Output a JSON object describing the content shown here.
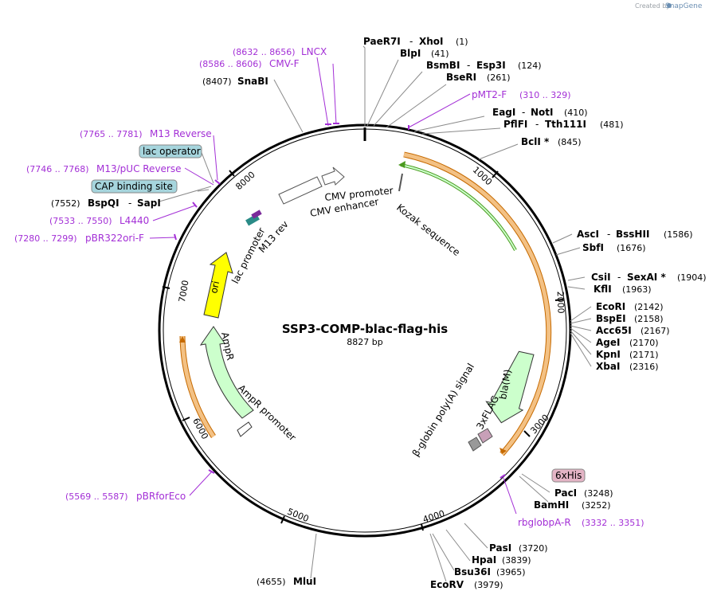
{
  "credit": {
    "prefix": "Created by",
    "brand": "SnapGene"
  },
  "plasmid": {
    "name": "SSP3-COMP-blac-flag-his",
    "size": "8827 bp"
  },
  "ticks": [
    "1000",
    "2000",
    "3000",
    "4000",
    "5000",
    "6000",
    "7000",
    "8000"
  ],
  "sites": [
    {
      "name": "PaeR7I",
      "name2": "XhoI",
      "pos": "(1)"
    },
    {
      "name": "BlpI",
      "pos": "(41)"
    },
    {
      "name": "BsmBI",
      "name2": "Esp3I",
      "pos": "(124)"
    },
    {
      "name": "BseRI",
      "pos": "(261)"
    },
    {
      "name": "EagI",
      "name2": "NotI",
      "pos": "(410)"
    },
    {
      "name": "PflFI",
      "name2": "Tth111I",
      "pos": "(481)"
    },
    {
      "name": "BclI *",
      "pos": "(845)"
    },
    {
      "name": "AscI",
      "name2": "BssHII",
      "pos": "(1586)"
    },
    {
      "name": "SbfI",
      "pos": "(1676)"
    },
    {
      "name": "CsiI",
      "name2": "SexAI *",
      "pos": "(1904)"
    },
    {
      "name": "KflI",
      "pos": "(1963)"
    },
    {
      "name": "EcoRI",
      "pos": "(2142)"
    },
    {
      "name": "BspEI",
      "pos": "(2158)"
    },
    {
      "name": "Acc65I",
      "pos": "(2167)"
    },
    {
      "name": "AgeI",
      "pos": "(2170)"
    },
    {
      "name": "KpnI",
      "pos": "(2171)"
    },
    {
      "name": "XbaI",
      "pos": "(2316)"
    },
    {
      "name": "PacI",
      "pos": "(3248)"
    },
    {
      "name": "BamHI",
      "pos": "(3252)"
    },
    {
      "name": "PasI",
      "pos": "(3720)"
    },
    {
      "name": "HpaI",
      "pos": "(3839)"
    },
    {
      "name": "Bsu36I",
      "pos": "(3965)"
    },
    {
      "name": "EcoRV",
      "pos": "(3979)"
    },
    {
      "name": "MluI",
      "pos": "(4655)"
    },
    {
      "name": "SnaBI",
      "pos": "(8407)"
    },
    {
      "name": "BspQI",
      "name2": "SapI",
      "pos": "(7552)"
    }
  ],
  "primers": [
    {
      "name": "LNCX",
      "range": "(8632 .. 8656)"
    },
    {
      "name": "CMV-F",
      "range": "(8586 .. 8606)"
    },
    {
      "name": "pMT2-F",
      "range": "(310 .. 329)"
    },
    {
      "name": "M13 Reverse",
      "range": "(7765 .. 7781)"
    },
    {
      "name": "M13/pUC Reverse",
      "range": "(7746 .. 7768)"
    },
    {
      "name": "L4440",
      "range": "(7533 .. 7550)"
    },
    {
      "name": "pBR322ori-F",
      "range": "(7280 .. 7299)"
    },
    {
      "name": "pBRforEco",
      "range": "(5569 .. 5587)"
    },
    {
      "name": "rbglobpA-R",
      "range": "(3332 .. 3351)"
    }
  ],
  "boxes": {
    "lac_operator": "lac operator",
    "cap_site": "CAP binding site",
    "his": "6xHis"
  },
  "features": {
    "cmv_promoter": "CMV promoter",
    "cmv_enhancer": "CMV enhancer",
    "kozak": "Kozak sequence",
    "m13_rev": "M13 rev",
    "lac_promoter": "lac promoter",
    "ori": "ori",
    "ampr": "AmpR",
    "ampr_promoter": "AmpR promoter",
    "bla": "bla(M)",
    "flag": "3xFLAG",
    "globin": "β-globin poly(A) signal"
  },
  "colors": {
    "primer": "#a32fd6",
    "orf": "#f3c184",
    "orf_line": "#c66a00",
    "green_line": "#4a9a1e",
    "ori_fill": "#ffff00",
    "ampr_fill": "#ccffcc",
    "box_blue": "#a6d5dd",
    "box_pink": "#e3b4c5"
  }
}
